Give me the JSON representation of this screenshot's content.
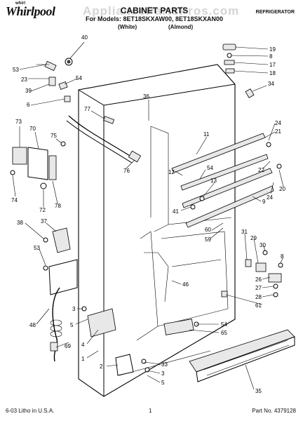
{
  "header": {
    "brand": "Whirlpool",
    "brand_sup": "whirl",
    "watermark": "AppliancePartsPros.com",
    "title": "CABINET PARTS",
    "subtitle": "For Models: 8ET18SKXAW00, 8ET18SKXAN00",
    "category": "REFRIGERATOR",
    "color_white": "(White)",
    "color_almond": "(Almond)"
  },
  "callouts": [
    {
      "id": "c53a",
      "label": "53"
    },
    {
      "id": "c40",
      "label": "40"
    },
    {
      "id": "c23",
      "label": "23"
    },
    {
      "id": "c54a",
      "label": "54"
    },
    {
      "id": "c39",
      "label": "39"
    },
    {
      "id": "c6",
      "label": "6"
    },
    {
      "id": "c19",
      "label": "19"
    },
    {
      "id": "c8a",
      "label": "8"
    },
    {
      "id": "c17",
      "label": "17"
    },
    {
      "id": "c18",
      "label": "18"
    },
    {
      "id": "c34",
      "label": "34"
    },
    {
      "id": "c36",
      "label": "36"
    },
    {
      "id": "c77",
      "label": "77"
    },
    {
      "id": "c73",
      "label": "73"
    },
    {
      "id": "c70",
      "label": "70"
    },
    {
      "id": "c75",
      "label": "75"
    },
    {
      "id": "c11",
      "label": "11"
    },
    {
      "id": "c24a",
      "label": "24"
    },
    {
      "id": "c21",
      "label": "21"
    },
    {
      "id": "c12",
      "label": "12"
    },
    {
      "id": "c54b",
      "label": "54"
    },
    {
      "id": "c22",
      "label": "22"
    },
    {
      "id": "c76",
      "label": "76"
    },
    {
      "id": "c74",
      "label": "74"
    },
    {
      "id": "c72",
      "label": "72"
    },
    {
      "id": "c78",
      "label": "78"
    },
    {
      "id": "c24b",
      "label": "24"
    },
    {
      "id": "c20",
      "label": "20"
    },
    {
      "id": "c41",
      "label": "41"
    },
    {
      "id": "c13",
      "label": "13"
    },
    {
      "id": "c9",
      "label": "9"
    },
    {
      "id": "c38",
      "label": "38"
    },
    {
      "id": "c37",
      "label": "37"
    },
    {
      "id": "c60",
      "label": "60"
    },
    {
      "id": "c59",
      "label": "59"
    },
    {
      "id": "c53b",
      "label": "53"
    },
    {
      "id": "c31",
      "label": "31"
    },
    {
      "id": "c29",
      "label": "29"
    },
    {
      "id": "c30",
      "label": "30"
    },
    {
      "id": "c8b",
      "label": "8"
    },
    {
      "id": "c26",
      "label": "26"
    },
    {
      "id": "c27",
      "label": "27"
    },
    {
      "id": "c28",
      "label": "28"
    },
    {
      "id": "c61",
      "label": "61"
    },
    {
      "id": "c46",
      "label": "46"
    },
    {
      "id": "c48",
      "label": "48"
    },
    {
      "id": "c3",
      "label": "3"
    },
    {
      "id": "c5a",
      "label": "5"
    },
    {
      "id": "c69",
      "label": "69"
    },
    {
      "id": "c4",
      "label": "4"
    },
    {
      "id": "c1",
      "label": "1"
    },
    {
      "id": "c54c",
      "label": "54"
    },
    {
      "id": "c65",
      "label": "65"
    },
    {
      "id": "c2",
      "label": "2"
    },
    {
      "id": "c33",
      "label": "33"
    },
    {
      "id": "c3b",
      "label": "3"
    },
    {
      "id": "c5b",
      "label": "5"
    },
    {
      "id": "c35",
      "label": "35"
    }
  ],
  "footer": {
    "litho": "6-03 Litho in U.S.A.",
    "page": "1",
    "part_no": "Part No. 4379128"
  }
}
